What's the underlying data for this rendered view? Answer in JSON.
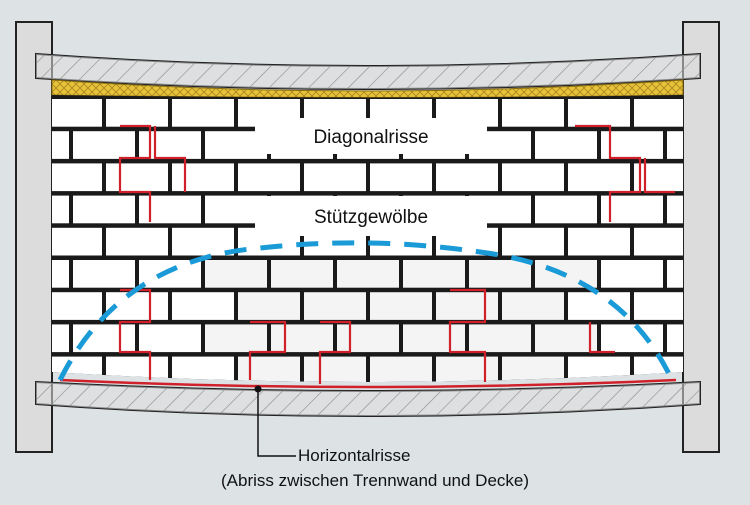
{
  "labels": {
    "diagonal": "Diagonalrisse",
    "arch": "Stützgewölbe",
    "horizontal": "Horizontalrisse",
    "horizontal_note": "(Abriss zwischen Trennwand und Decke)"
  },
  "colors": {
    "background": "#dde3e5",
    "brick": "#ffffff",
    "mortar": "#1a1a1a",
    "crack": "#d0202a",
    "arch_line": "#1a9ad6",
    "insulation": "#e8c23a",
    "slab": "#dcdcdc"
  }
}
